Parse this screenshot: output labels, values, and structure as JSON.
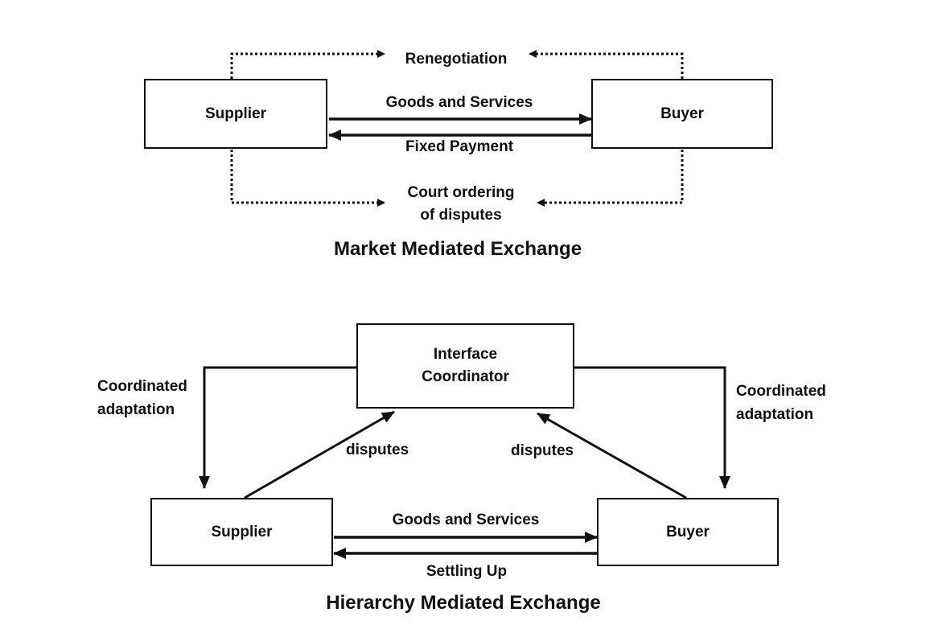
{
  "market": {
    "title": "Market Mediated Exchange",
    "supplier": "Supplier",
    "buyer": "Buyer",
    "renegotiation": "Renegotiation",
    "goods_services": "Goods and Services",
    "fixed_payment": "Fixed Payment",
    "court_line1": "Court ordering",
    "court_line2": "of disputes"
  },
  "hierarchy": {
    "title": "Hierarchy Mediated Exchange",
    "coordinator": "Interface\nCoordinator",
    "supplier": "Supplier",
    "buyer": "Buyer",
    "left_adaptation": "Coordinated\nadaptation",
    "right_adaptation": "Coordinated\nadaptation",
    "left_disputes": "disputes",
    "right_disputes": "disputes",
    "goods_services": "Goods and Services",
    "settling_up": "Settling Up"
  }
}
